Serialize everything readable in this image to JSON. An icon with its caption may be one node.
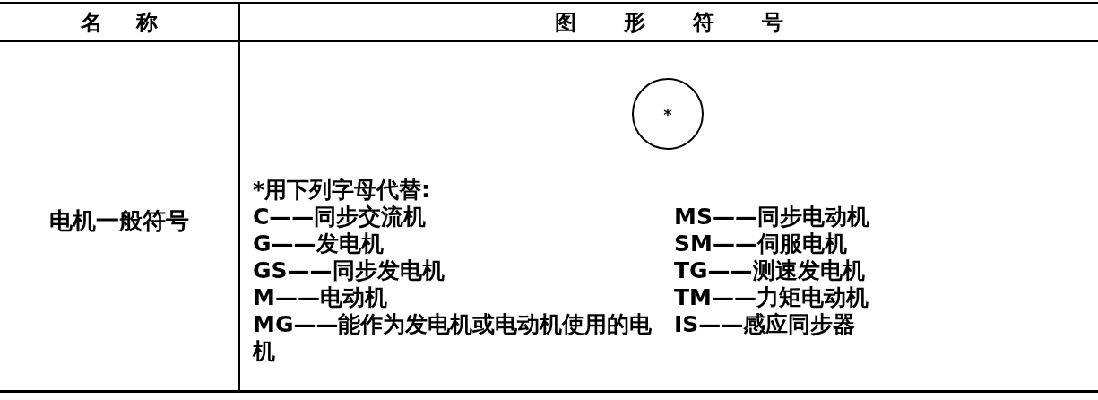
{
  "diagram": {
    "nodes": [
      {
        "text": [
          "*"
        ]
      }
    ],
    "labels": [
      "名称",
      "图形符号",
      "电机一般符号",
      "*用下列字母代替:",
      "C——同步交流机",
      "MS——同步电动机",
      "G——发电机",
      "SM——伺服电机",
      "GS——同步发电机",
      "TG——测速发电机",
      "M——电动机",
      "TM——力矩电动机",
      "MG——能作为发电机或电动机使用的电机",
      "IS——感应同步器"
    ]
  }
}
